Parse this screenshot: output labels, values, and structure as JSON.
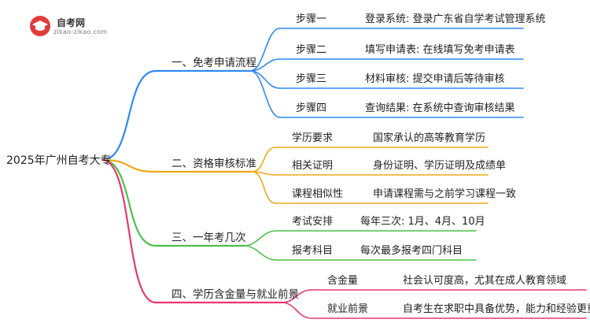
{
  "logo": {
    "title": "自考网",
    "subtitle": "zikao-zikao.com"
  },
  "root": "2025年广州自考大专",
  "branches": [
    {
      "label": "一、免考申请流程",
      "color": "#2f8af5",
      "children": [
        {
          "key": "步骤一",
          "value": "登录系统: 登录广东省自学考试管理系统"
        },
        {
          "key": "步骤二",
          "value": "填写申请表: 在线填写免考申请表"
        },
        {
          "key": "步骤三",
          "value": "材料审核: 提交申请后等待审核"
        },
        {
          "key": "步骤四",
          "value": "查询结果: 在系统中查询审核结果"
        }
      ]
    },
    {
      "label": "二、资格审核标准",
      "color": "#f0a716",
      "children": [
        {
          "key": "学历要求",
          "value": "国家承认的高等教育学历"
        },
        {
          "key": "相关证明",
          "value": "身份证明、学历证明及成绩单"
        },
        {
          "key": "课程相似性",
          "value": "申请课程需与之前学习课程一致"
        }
      ]
    },
    {
      "label": "三、一年考几次",
      "color": "#4cc04a",
      "children": [
        {
          "key": "考试安排",
          "value": "每年三次: 1月、4月、10月"
        },
        {
          "key": "报考科目",
          "value": "每次最多报考四门科目"
        }
      ]
    },
    {
      "label": "四、学历含金量与就业前景",
      "color": "#e8386e",
      "children": [
        {
          "key": "含金量",
          "value": "社会认可度高，尤其在成人教育领域"
        },
        {
          "key": "就业前景",
          "value": "自考生在求职中具备优势，能力和经验更重要"
        }
      ]
    }
  ]
}
